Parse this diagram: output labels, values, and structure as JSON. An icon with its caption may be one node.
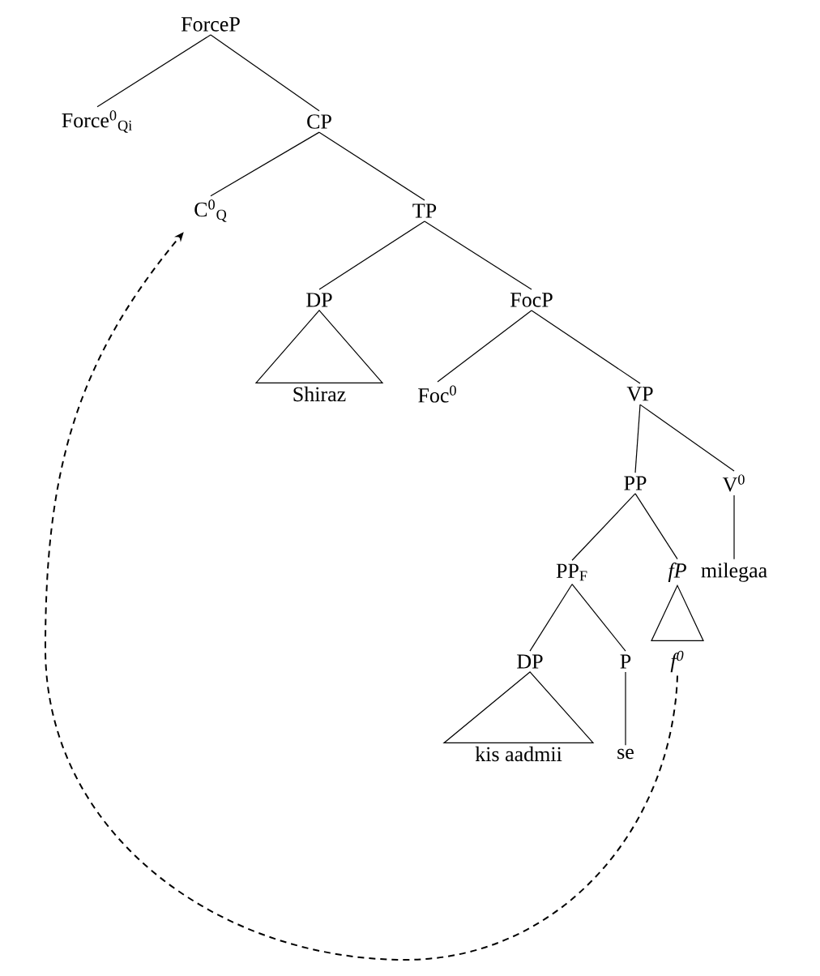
{
  "diagram": {
    "nodes": [
      {
        "text": [
          "ForceP"
        ]
      },
      {
        "text": [
          "Force$^{0}$$_{Qi}$"
        ]
      },
      {
        "text": [
          "CP"
        ]
      },
      {
        "text": [
          "C$^{0}$$_{Q}$"
        ]
      },
      {
        "text": [
          "TP"
        ]
      },
      {
        "text": [
          "DP"
        ]
      },
      {
        "text": [
          "Shiraz"
        ]
      },
      {
        "text": [
          "FocP"
        ]
      },
      {
        "text": [
          "Foc$^{0}$"
        ]
      },
      {
        "text": [
          "VP"
        ]
      },
      {
        "text": [
          "PP"
        ]
      },
      {
        "text": [
          "V$^{0}$"
        ]
      },
      {
        "text": [
          "PP$_{F}$"
        ]
      },
      {
        "text": [
          "fP"
        ]
      },
      {
        "text": [
          "milegaa"
        ]
      },
      {
        "text": [
          "DP"
        ]
      },
      {
        "text": [
          "P"
        ]
      },
      {
        "text": [
          "f$^{0}$"
        ]
      },
      {
        "text": [
          "kis aadmii"
        ]
      },
      {
        "text": [
          "se"
        ]
      }
    ],
    "edges": [
      {
        "from": 0,
        "to": 1,
        "arrow": "none"
      },
      {
        "from": 0,
        "to": 2,
        "arrow": "none"
      },
      {
        "from": 2,
        "to": 3,
        "arrow": "none"
      },
      {
        "from": 2,
        "to": 4,
        "arrow": "none"
      },
      {
        "from": 4,
        "to": 5,
        "arrow": "none"
      },
      {
        "from": 5,
        "to": 6,
        "arrow": "none"
      },
      {
        "from": 4,
        "to": 7,
        "arrow": "none"
      },
      {
        "from": 7,
        "to": 8,
        "arrow": "none"
      },
      {
        "from": 7,
        "to": 9,
        "arrow": "none"
      },
      {
        "from": 9,
        "to": 10,
        "arrow": "none"
      },
      {
        "from": 9,
        "to": 11,
        "arrow": "none"
      },
      {
        "from": 11,
        "to": 14,
        "arrow": "none"
      },
      {
        "from": 10,
        "to": 12,
        "arrow": "none"
      },
      {
        "from": 10,
        "to": 13,
        "arrow": "none"
      },
      {
        "from": 12,
        "to": 15,
        "arrow": "none"
      },
      {
        "from": 12,
        "to": 16,
        "arrow": "none"
      },
      {
        "from": 13,
        "to": 17,
        "arrow": "none"
      },
      {
        "from": 15,
        "to": 18,
        "arrow": "none"
      },
      {
        "from": 16,
        "to": 19,
        "arrow": "none"
      },
      {
        "from": 17,
        "to": 3,
        "arrow": "to",
        "style": "dashed"
      }
    ]
  }
}
